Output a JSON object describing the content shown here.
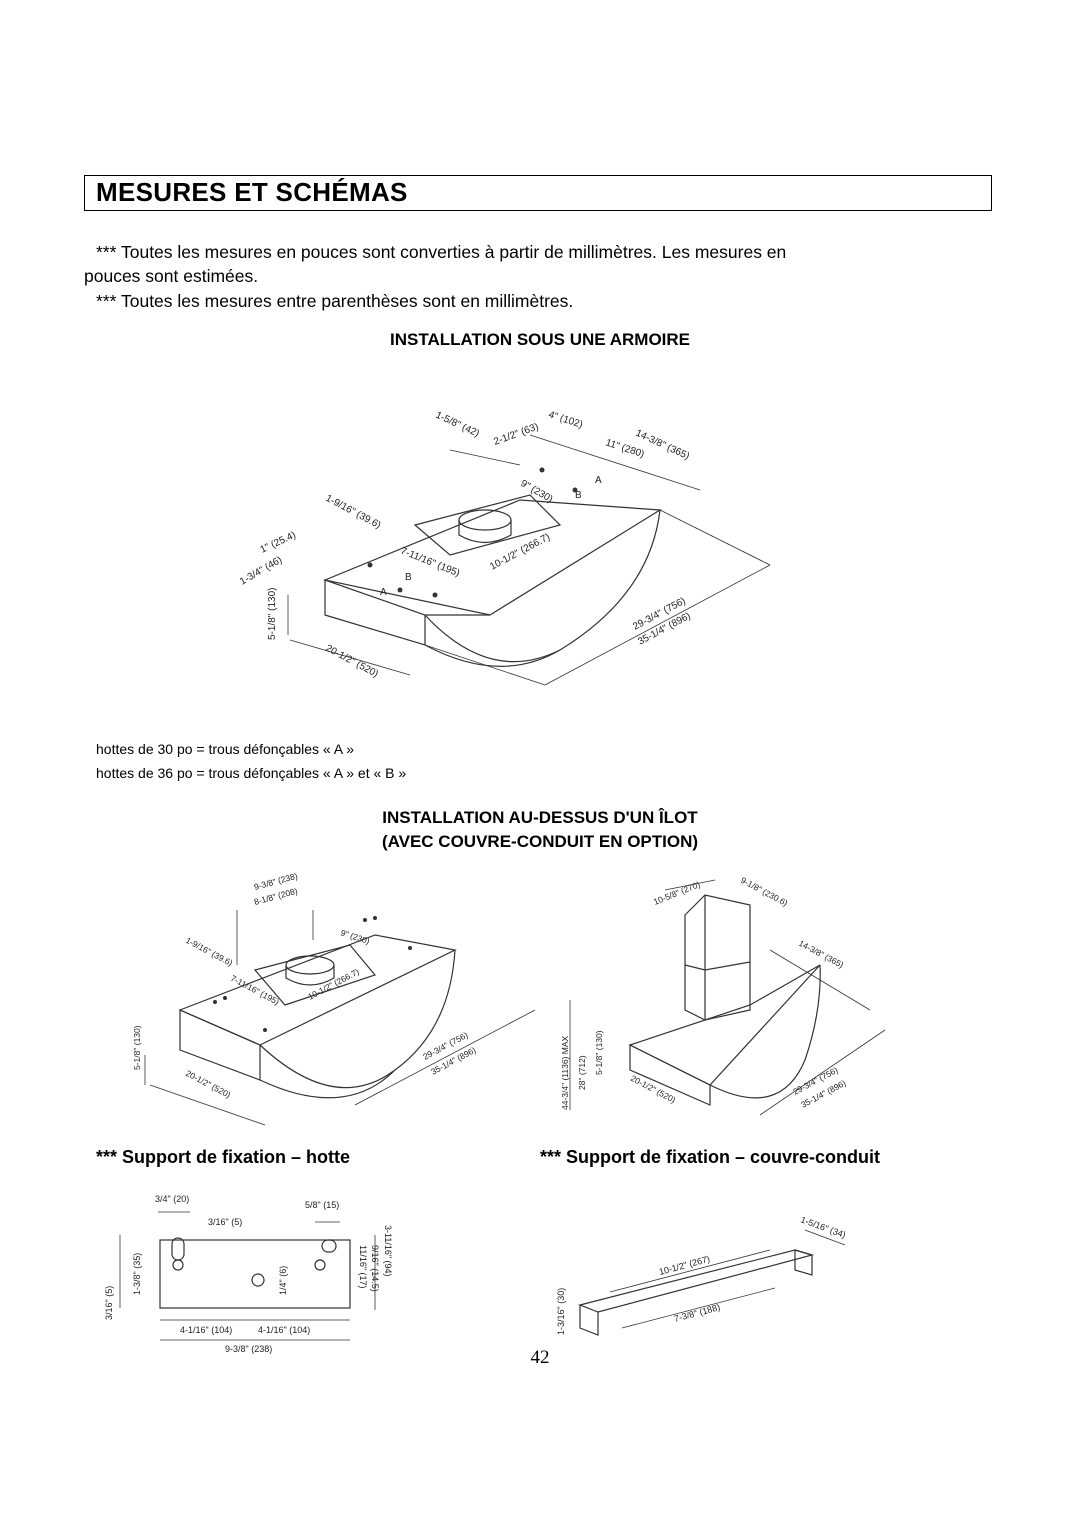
{
  "title": "MESURES ET SCHÉMAS",
  "notes": {
    "line1": "*** Toutes les mesures en pouces sont converties à partir de millimètres. Les mesures en",
    "line2": "pouces sont estimées.",
    "line3": "*** Toutes les mesures entre parenthèses sont en millimètres."
  },
  "section1": {
    "heading": "INSTALLATION SOUS UNE ARMOIRE",
    "dims": {
      "d1": "1-5/8\" (42)",
      "d2": "4\" (102)",
      "d3": "2-1/2\" (63)",
      "d4": "11\" (280)",
      "d5": "14-3/8\" (365)",
      "d6": "9\" (230)",
      "d7": "1-9/16\" (39.6)",
      "d8": "1\" (25.4)",
      "d9": "1-3/4\" (46)",
      "d10": "7-11/16\" (195)",
      "d11": "10-1/2\" (266.7)",
      "d12": "5-1/8\" (130)",
      "d13": "20-1/2\" (520)",
      "d14": "29-3/4\" (756)",
      "d15": "35-1/4\" (896)",
      "hole_a": "A",
      "hole_b": "B"
    },
    "caption1": "hottes de 30 po = trous défonçables  « A »",
    "caption2": "hottes de 36 po = trous défonçables  « A » et  « B »"
  },
  "section2": {
    "heading1": "INSTALLATION AU-DESSUS D'UN ÎLOT",
    "heading2": "(AVEC COUVRE-CONDUIT EN OPTION)",
    "left_dims": {
      "d1": "9-3/8\" (238)",
      "d2": "8-1/8\" (208)",
      "d3": "9\" (230)",
      "d4": "1-9/16\" (39.6)",
      "d5": "7-11/16\" (195)",
      "d6": "10-1/2\" (266.7)",
      "d7": "5-1/8\" (130)",
      "d8": "20-1/2\" (520)",
      "d9": "29-3/4\" (756)",
      "d10": "35-1/4\" (896)"
    },
    "right_dims": {
      "d1": "10-5/8\" (270)",
      "d2": "9-1/8\" (230.6)",
      "d3": "14-3/8\" (365)",
      "d4": "44-3/4\" (1136) MAX",
      "d5": "28\" (712)",
      "d6": "5-1/8\" (130)",
      "d7": "20-1/2\" (520)",
      "d8": "29-3/4\" (756)",
      "d9": "35-1/4\" (896)"
    }
  },
  "section3": {
    "left_label": "*** Support de fixation – hotte",
    "right_label": "*** Support de fixation – couvre-conduit",
    "left_dims": {
      "d1": "3/4\" (20)",
      "d2": "3/16\" (5)",
      "d3": "5/8\" (15)",
      "d4": "3-11/16\" (94)",
      "d5": "9/16\" (14.5)",
      "d6": "11/16\" (17)",
      "d7": "1/4\" (6)",
      "d8": "3/16\" (5)",
      "d9": "1-3/8\" (35)",
      "d10": "4-1/16\" (104)",
      "d11": "4-1/16\" (104)",
      "d12": "9-3/8\" (238)"
    },
    "right_dims": {
      "d1": "1-5/16\" (34)",
      "d2": "10-1/2\" (267)",
      "d3": "7-3/8\" (188)",
      "d4": "1-3/16\" (30)"
    }
  },
  "page_number": "42"
}
